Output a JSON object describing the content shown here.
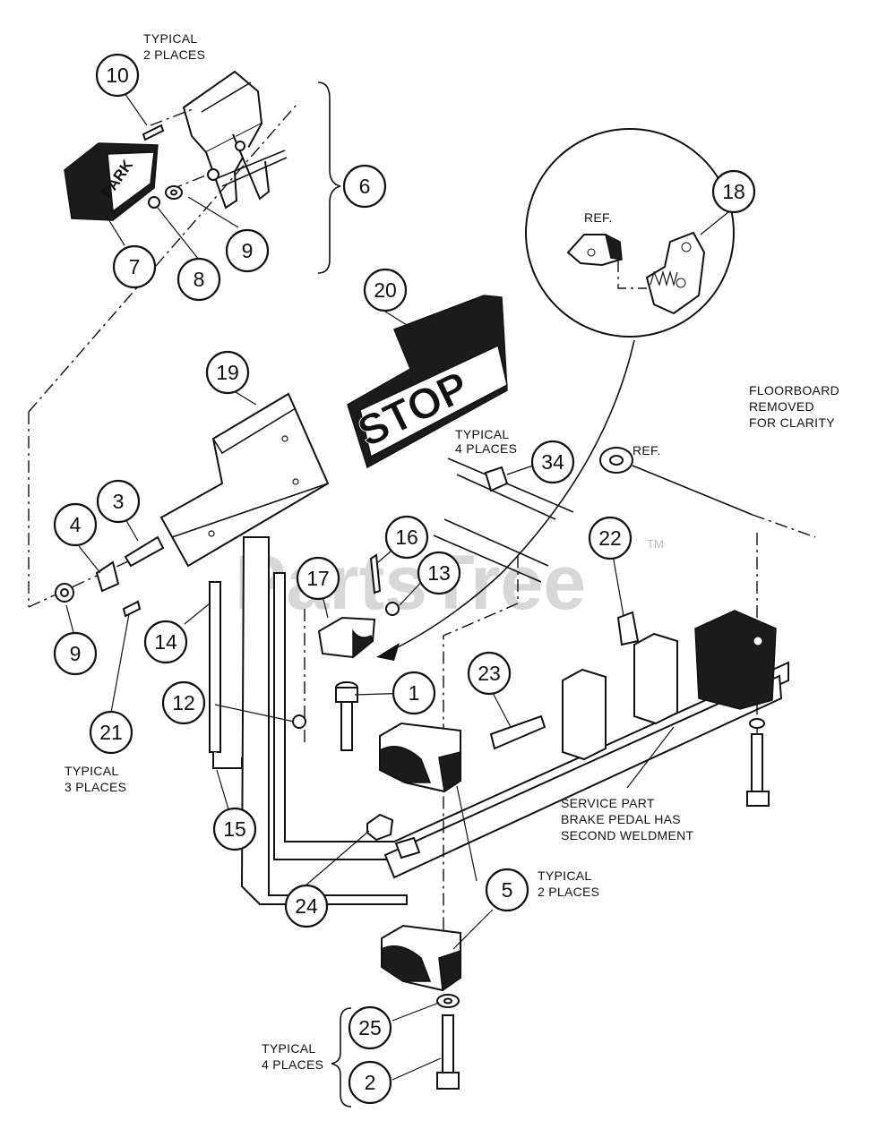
{
  "callouts": {
    "c1": "1",
    "c2": "2",
    "c3": "3",
    "c4": "4",
    "c5": "5",
    "c5b": "5",
    "c6": "6",
    "c7": "7",
    "c8": "8",
    "c9": "9",
    "c9b": "9",
    "c10": "10",
    "c12": "12",
    "c13": "13",
    "c14": "14",
    "c15": "15",
    "c16": "16",
    "c17": "17",
    "c18": "18",
    "c19": "19",
    "c20": "20",
    "c21": "21",
    "c22": "22",
    "c23": "23",
    "c24": "24",
    "c25": "25",
    "c34": "34"
  },
  "notes": {
    "typical_2_top_l1": "TYPICAL",
    "typical_2_top_l2": "2 PLACES",
    "typical_4_top_l1": "TYPICAL",
    "typical_4_top_l2": "4 PLACES",
    "typical_3_l1": "TYPICAL",
    "typical_3_l2": "3 PLACES",
    "typical_2_right_l1": "TYPICAL",
    "typical_2_right_l2": "2 PLACES",
    "typical_4_bottom_l1": "TYPICAL",
    "typical_4_bottom_l2": "4 PLACES",
    "floorboard_l1": "FLOORBOARD",
    "floorboard_l2": "REMOVED",
    "floorboard_l3": "FOR CLARITY",
    "service_l1": "SERVICE PART",
    "service_l2": "BRAKE PEDAL HAS",
    "service_l3": "SECOND WELDMENT",
    "ref_detail": "REF.",
    "ref_rod": "REF."
  },
  "labels": {
    "park": "PARK",
    "stop": "STOP"
  },
  "watermark": {
    "text": "PartsTree",
    "tm": "TM"
  }
}
